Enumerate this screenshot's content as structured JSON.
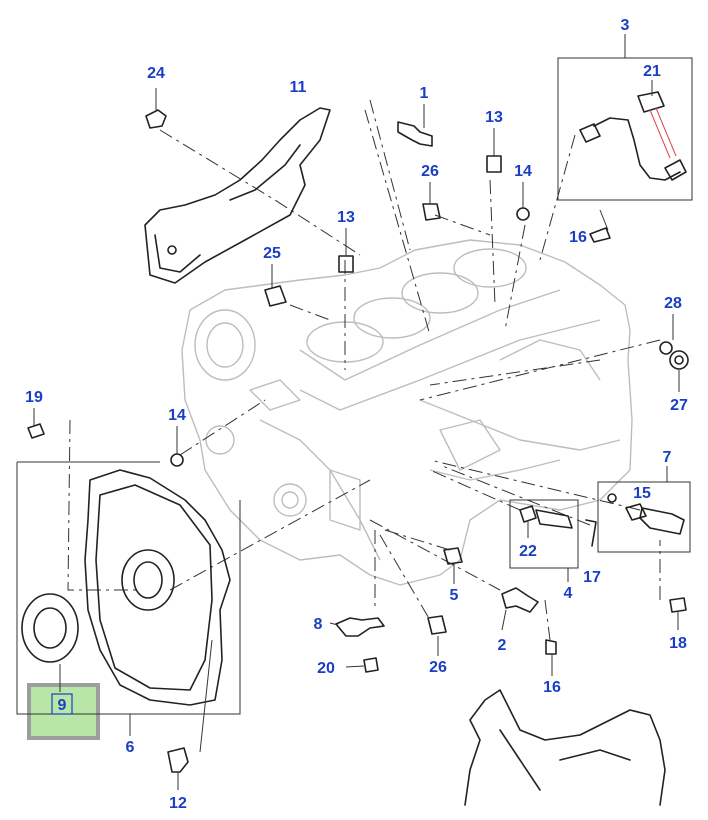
{
  "selected_callout": "9",
  "callouts": {
    "c1": "1",
    "c2": "2",
    "c3": "3",
    "c4": "4",
    "c5": "5",
    "c6": "6",
    "c7": "7",
    "c8": "8",
    "c9": "9",
    "c11": "11",
    "c12": "12",
    "c13a": "13",
    "c13b": "13",
    "c14a": "14",
    "c14b": "14",
    "c15": "15",
    "c16a": "16",
    "c16b": "16",
    "c17": "17",
    "c18": "18",
    "c19": "19",
    "c20": "20",
    "c21": "21",
    "c22": "22",
    "c24": "24",
    "c25": "25",
    "c26a": "26",
    "c26b": "26",
    "c27": "27",
    "c28": "28"
  },
  "colors": {
    "callout": "#1a3fc4",
    "highlight_fill": "#b7e6a6",
    "highlight_border": "#9e9e9e"
  }
}
